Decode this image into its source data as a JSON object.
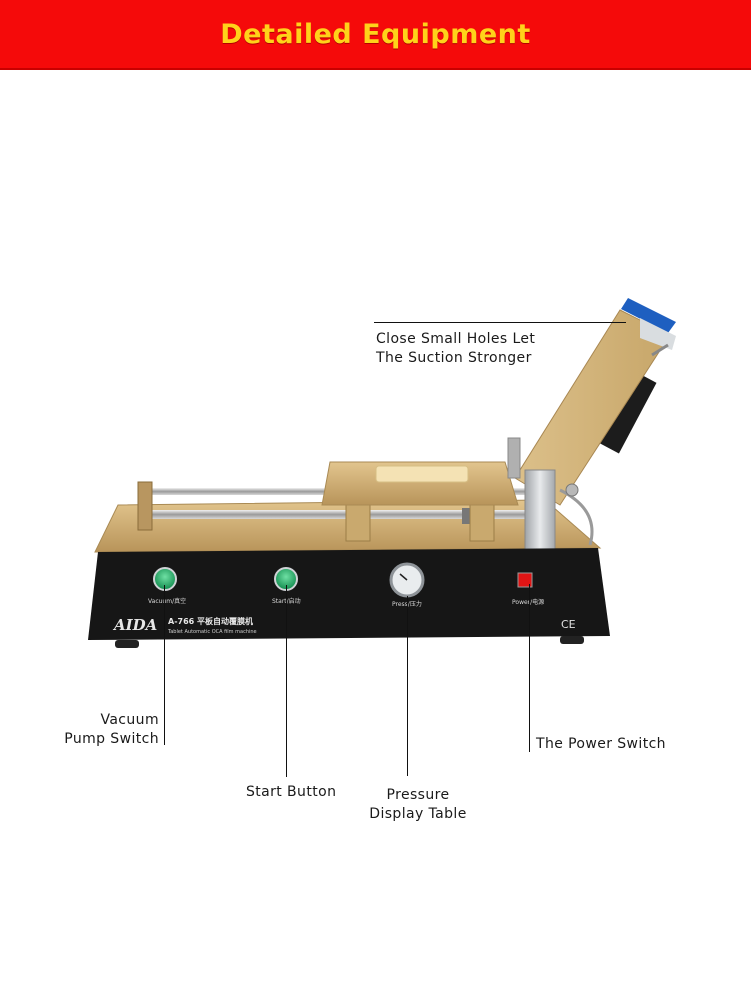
{
  "banner": {
    "title": "Detailed Equipment"
  },
  "machine": {
    "brand": "AIDA",
    "model_cn": "A-766 平板自动覆膜机",
    "subtitle": "Tablet Automatic OCA film machine",
    "panel_labels": {
      "vacuum": "Vacuum/真空",
      "start": "Start/启动",
      "press": "Press/压力",
      "power": "Power/电源"
    },
    "ce_mark": "CE"
  },
  "callouts": {
    "close_holes": {
      "line1": "Close Small Holes Let",
      "line2": "The Suction Stronger"
    },
    "vacuum": {
      "line1": "Vacuum",
      "line2": "Pump Switch"
    },
    "start": {
      "line1": "Start Button"
    },
    "pressure": {
      "line1": "Pressure",
      "line2": "Display Table"
    },
    "power": {
      "line1": "The Power Switch"
    }
  },
  "colors": {
    "banner_bg": "#f50a0a",
    "banner_text": "#ffd21a",
    "machine_gold": "#c8a46a",
    "machine_base": "#161616",
    "button_green": "#2bb673",
    "power_red": "#e01515"
  }
}
